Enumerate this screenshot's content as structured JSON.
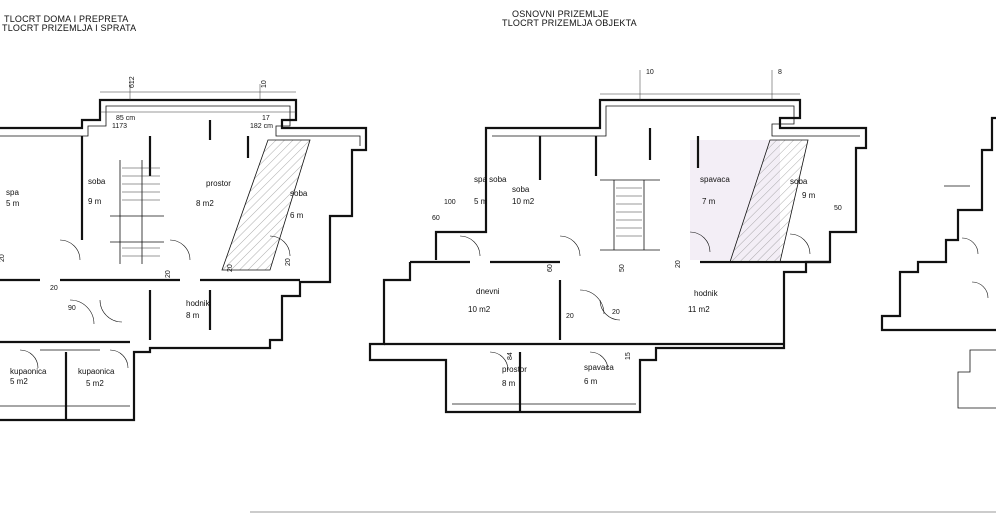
{
  "header": {
    "left_line1": "TLOCRT DOMA I PREPRETA",
    "left_line2": "TLOCRT PRIZEMLJA I SPRATA",
    "center_line1": "OSNOVNI PRIZEMLJE",
    "center_line2": "TLOCRT PRIZEMLJA OBJEKTA"
  },
  "left_unit": {
    "dims_top": [
      "612",
      "10",
      "85 cm",
      "1173",
      "182 cm",
      "17"
    ],
    "rooms": [
      {
        "name": "spa",
        "area": "5 m"
      },
      {
        "name": "soba",
        "area": "9 m"
      },
      {
        "name": "prostor",
        "area": "8 m2"
      },
      {
        "name": "soba",
        "area": "6 m"
      },
      {
        "name": "kupaonica",
        "area": "5 m2"
      },
      {
        "name": "kupaonica",
        "area": "5 m2"
      },
      {
        "name": "hodnik",
        "area": "8 m"
      }
    ],
    "dims_mid": [
      "20",
      "20",
      "90",
      "20",
      "20",
      "20"
    ]
  },
  "center_unit": {
    "dims_top": [
      "10",
      "8"
    ],
    "rooms": [
      {
        "name": "spa soba",
        "area": "5 m"
      },
      {
        "name": "soba",
        "area": "10 m2"
      },
      {
        "name": "spavaca",
        "area": "7 m"
      },
      {
        "name": "soba",
        "area": "9 m"
      },
      {
        "name": "dnevni",
        "area": "10 m2"
      },
      {
        "name": "hodnik",
        "area": "11 m2"
      },
      {
        "name": "prostor",
        "area": "8 m"
      },
      {
        "name": "spavaca",
        "area": "6 m"
      }
    ],
    "dims_mid": [
      "100",
      "60",
      "60",
      "20",
      "20",
      "20",
      "50",
      "50",
      "84",
      "15"
    ]
  },
  "colors": {
    "line": "#111111",
    "hatch": "#777777",
    "shade": "#f3eef6",
    "background": "#ffffff"
  }
}
